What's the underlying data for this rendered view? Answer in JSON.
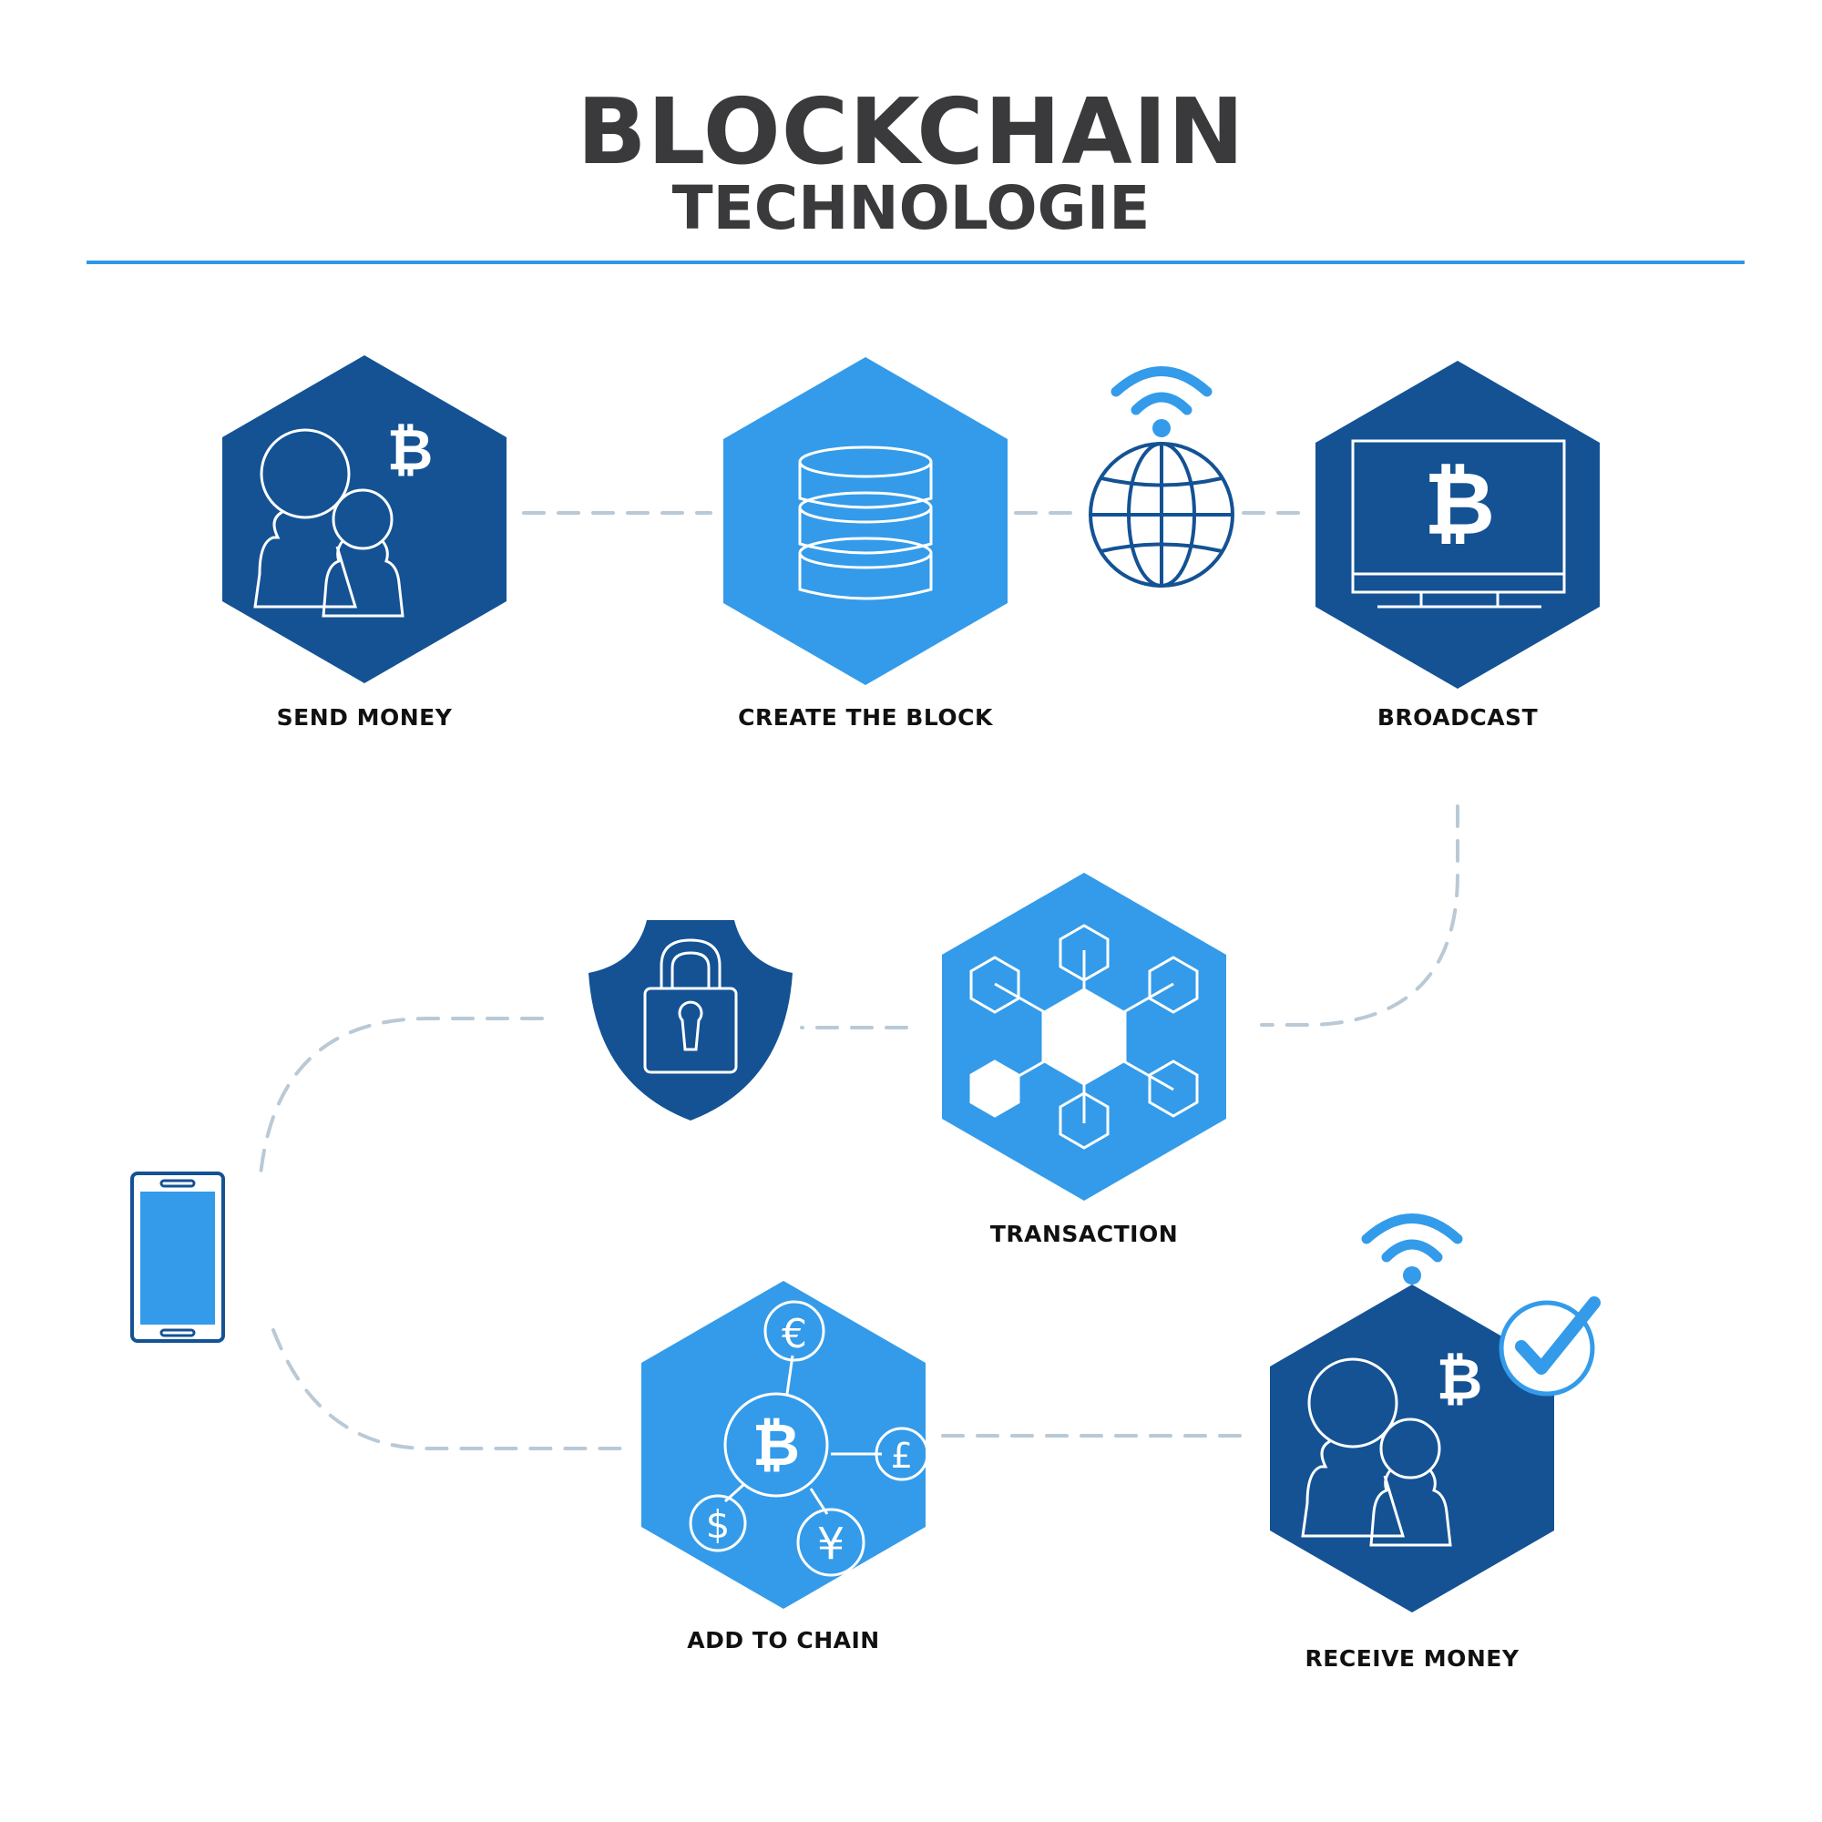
{
  "header": {
    "title": "BLOCKCHAIN",
    "subtitle": "TECHNOLOGIE"
  },
  "steps": [
    {
      "label": "SEND MONEY",
      "icon": "send-money-icon"
    },
    {
      "label": "CREATE THE BLOCK",
      "icon": "database-icon"
    },
    {
      "label": "BROADCAST",
      "icon": "monitor-bitcoin-icon"
    },
    {
      "label": "TRANSACTION",
      "icon": "hexagon-network-icon"
    },
    {
      "label": "ADD TO CHAIN",
      "icon": "currency-network-icon"
    },
    {
      "label": "RECEIVE MONEY",
      "icon": "receive-money-icon"
    }
  ],
  "decorations": [
    "globe-icon",
    "wifi-icon",
    "shield-lock-icon",
    "smartphone-icon",
    "check-badge-icon"
  ],
  "colors": {
    "dark_blue": "#145294",
    "light_blue": "#339bea",
    "title": "#3a3a3c",
    "connector": "#b9c9d6",
    "rule": "#2f96e8"
  }
}
